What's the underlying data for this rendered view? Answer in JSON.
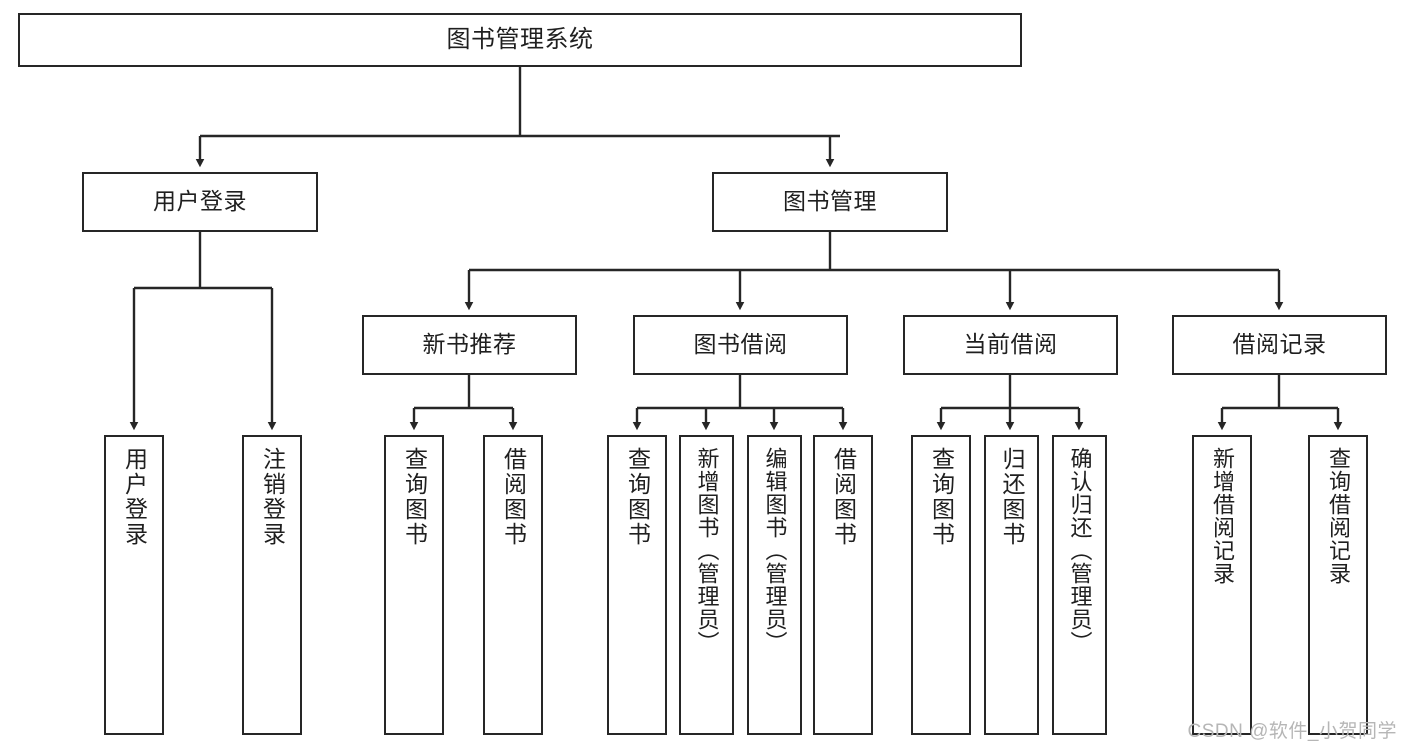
{
  "diagram": {
    "title": "图书管理系统",
    "watermark": "CSDN @软件_小贺同学",
    "stroke_color": "#262626",
    "fill_color": "#ffffff",
    "text_color": "#1f1f1f",
    "levels": {
      "root": {
        "label": "图书管理系统"
      },
      "level2": [
        {
          "label": "用户登录"
        },
        {
          "label": "图书管理"
        }
      ],
      "level3": [
        {
          "label": "新书推荐"
        },
        {
          "label": "图书借阅"
        },
        {
          "label": "当前借阅"
        },
        {
          "label": "借阅记录"
        }
      ],
      "leaves": {
        "user_login": [
          {
            "label": "用户登录"
          },
          {
            "label": "注销登录"
          }
        ],
        "new_book_recommend": [
          {
            "label": "查询图书"
          },
          {
            "label": "借阅图书"
          }
        ],
        "book_borrow": [
          {
            "label": "查询图书"
          },
          {
            "label": "新增图书（管理员）"
          },
          {
            "label": "编辑图书（管理员）"
          },
          {
            "label": "借阅图书"
          }
        ],
        "current_borrow": [
          {
            "label": "查询图书"
          },
          {
            "label": "归还图书"
          },
          {
            "label": "确认归还（管理员）"
          }
        ],
        "borrow_record": [
          {
            "label": "新增借阅记录"
          },
          {
            "label": "查询借阅记录"
          }
        ]
      }
    }
  }
}
